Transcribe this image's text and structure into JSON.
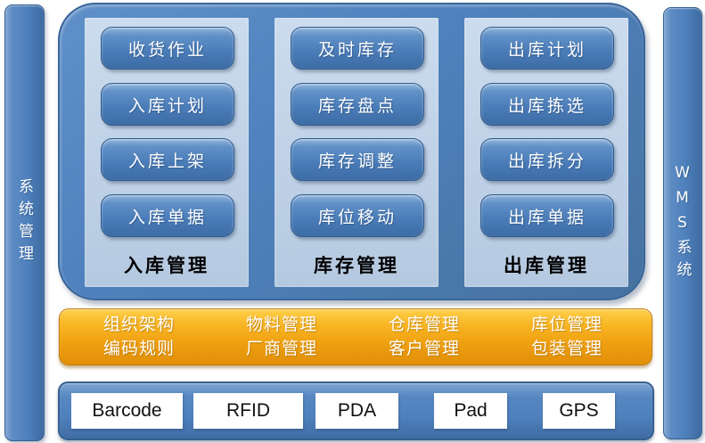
{
  "colors": {
    "primary_blue": "#4f81bd",
    "light_blue": "#c2d2e6",
    "accent_orange": "#f2a814",
    "panel_border": "#3a659a",
    "device_box_bg": "#ffffff"
  },
  "left_sidebar": {
    "label": "系统管理"
  },
  "right_sidebar": {
    "label": "WMS系统"
  },
  "modules": [
    {
      "title": "入库管理",
      "items": [
        "收货作业",
        "入库计划",
        "入库上架",
        "入库单据"
      ]
    },
    {
      "title": "库存管理",
      "items": [
        "及时库存",
        "库存盘点",
        "库存调整",
        "库位移动"
      ]
    },
    {
      "title": "出库管理",
      "items": [
        "出库计划",
        "出库拣选",
        "出库拆分",
        "出库单据"
      ]
    }
  ],
  "base_bar": {
    "rows": [
      [
        "组织架构",
        "物料管理",
        "仓库管理",
        "库位管理"
      ],
      [
        "编码规则",
        "厂商管理",
        "客户管理",
        "包装管理"
      ]
    ]
  },
  "device_bar": {
    "items": [
      "Barcode",
      "RFID",
      "PDA",
      "Pad",
      "GPS"
    ]
  }
}
